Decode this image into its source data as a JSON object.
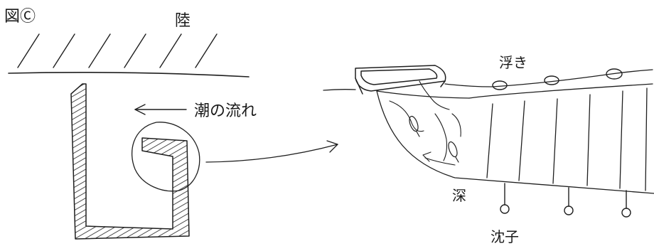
{
  "figure": {
    "label": "図Ⓒ"
  },
  "labels": {
    "land": "陸",
    "tide_current": "潮の流れ",
    "float": "浮き",
    "deep": "深",
    "sinker": "沈子"
  }
}
